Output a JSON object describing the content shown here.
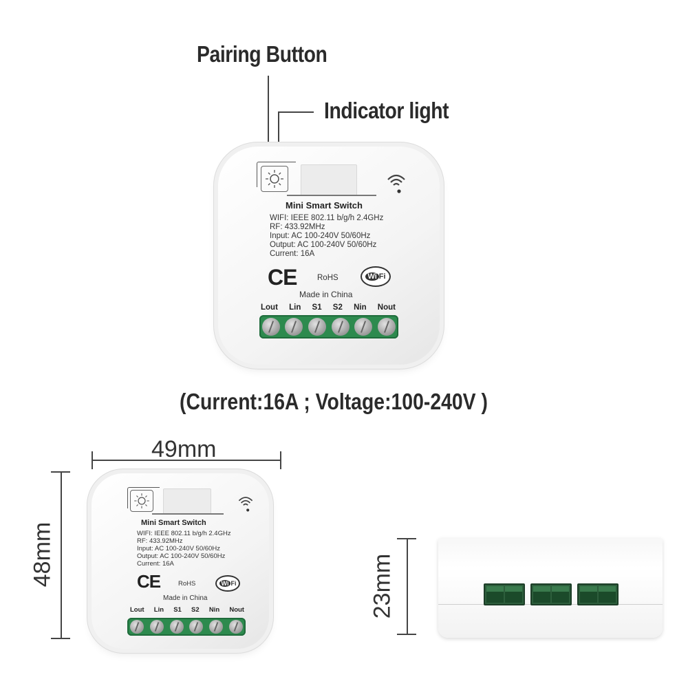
{
  "callouts": {
    "pairing_button": "Pairing Button",
    "indicator_light": "Indicator light"
  },
  "rating_line": "(Current:16A ; Voltage:100-240V )",
  "device": {
    "title": "Mini Smart Switch",
    "specs": [
      "WIFI: IEEE 802.11 b/g/h  2.4GHz",
      "RF: 433.92MHz",
      "Input:  AC 100-240V  50/60Hz",
      "Output:  AC 100-240V  50/60Hz",
      "Current:  16A"
    ],
    "ce_mark": "CE",
    "rohs": "RoHS",
    "wifi_logo": {
      "wi": "Wi",
      "fi": "Fi"
    },
    "made_in": "Made in China",
    "terminals": [
      "Lout",
      "Lin",
      "S1",
      "S2",
      "Nin",
      "Nout"
    ]
  },
  "dimensions": {
    "width": "49mm",
    "height": "48mm",
    "depth": "23mm"
  },
  "colors": {
    "terminal_green": "#2d8a4e",
    "text_dark": "#2b2b2b"
  }
}
